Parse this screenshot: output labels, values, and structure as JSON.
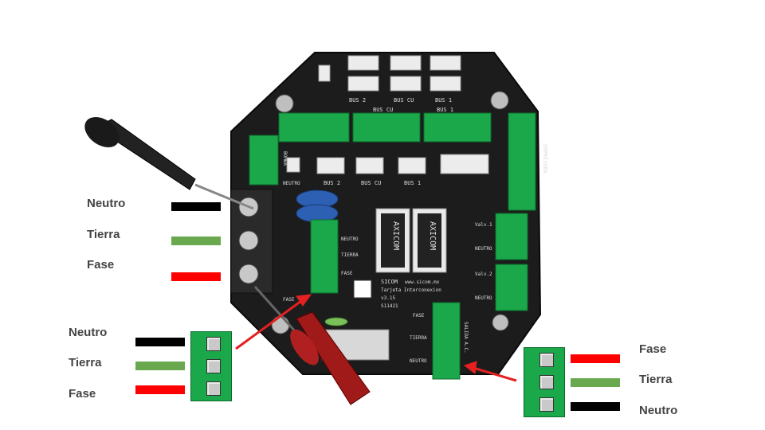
{
  "colors": {
    "neutro": "#000000",
    "tierra": "#6aa84f",
    "fase": "#ff0000",
    "connector_green": "#1aa84a",
    "arrow": "#e52020",
    "board": "#1c1c1c"
  },
  "left_wiring": {
    "labels": [
      "Neutro",
      "Tierra",
      "Fase"
    ]
  },
  "bottom_left_connector": {
    "labels": [
      "Neutro",
      "Tierra",
      "Fase"
    ]
  },
  "right_connector": {
    "labels": [
      "Fase",
      "Tierra",
      "Neutro"
    ]
  },
  "board": {
    "silkscreen": {
      "bus2": "BUS 2",
      "buscu": "BUS CU",
      "bus1": "BUS 1",
      "neutro": "NEUTRO",
      "fase": "FASE",
      "tierra": "TIERRA",
      "relay_brand": "AXICOM",
      "company": "SICOM",
      "url": "www.sicom.mx",
      "card_name": "Tarjeta Interconexion",
      "version": "v3.15",
      "serial": "S11421",
      "valv1": "Valv.1",
      "valv2": "Valv.2",
      "salida_ac": "SALIDA A.C.",
      "impresora": "IMPRESORA",
      "bomba": "BOMBA"
    }
  }
}
